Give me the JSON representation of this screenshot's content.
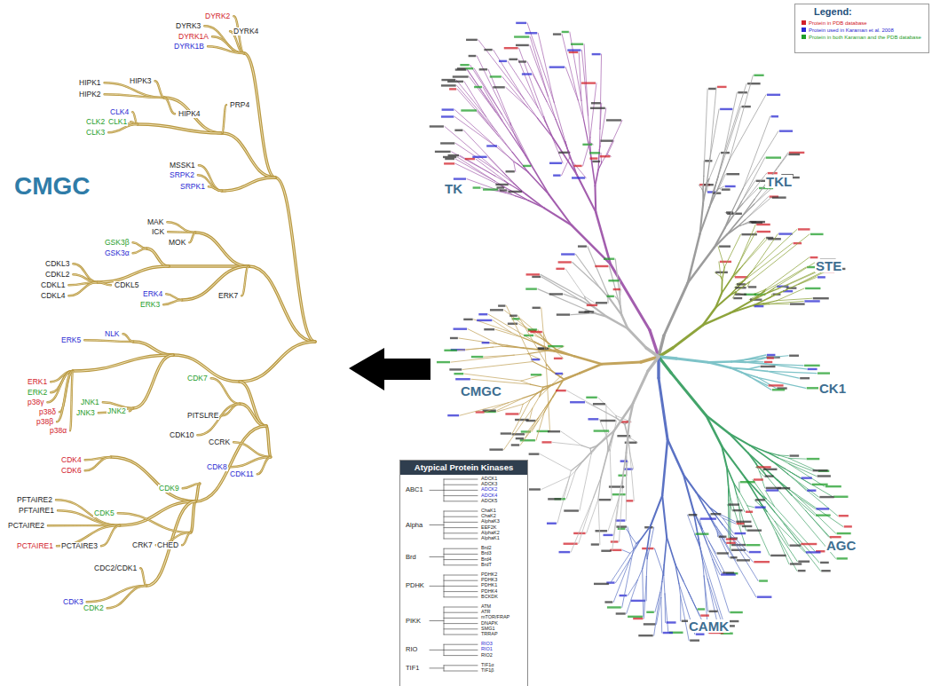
{
  "diagram": {
    "nodes": [
      {
        "text": [
          "Legend:"
        ]
      },
      {
        "text": [
          "Atypical Protein Kinases"
        ]
      }
    ],
    "labels": [
      "DYRK2",
      "DYRK3",
      "DYRK4",
      "DYRK1A",
      "DYRK1B",
      "HIPK1",
      "HIPK2",
      "HIPK3",
      "HIPK4",
      "PRP4",
      "CLK4",
      "CLK2",
      "CLK1",
      "CLK3",
      "CMGC",
      "MSSK1",
      "SRPK2",
      "SRPK1",
      "MAK",
      "ICK",
      "MOK",
      "GSK3β",
      "GSK3α",
      "CDKL3",
      "CDKL2",
      "CDKL1",
      "CDKL4",
      "CDKL5",
      "ERK4",
      "ERK3",
      "ERK7",
      "ERK5",
      "NLK",
      "ERK1",
      "ERK2",
      "p38γ",
      "p38δ",
      "p38β",
      "p38α",
      "JNK1",
      "JNK2",
      "JNK3",
      "CDK7",
      "PITSLRE",
      "CDK10",
      "CCRK",
      "CDK8",
      "CDK11",
      "CDK4",
      "CDK6",
      "PFTAIRE2",
      "PFTAIRE1",
      "PCTAIRE2",
      "PCTAIRE1",
      "PCTAIRE3",
      "CDK9",
      "CDK5",
      "CRK7",
      "CHED",
      "CDC2/CDK1",
      "CDK3",
      "CDK2",
      "TK",
      "TKL",
      "STE",
      "CK1",
      "AGC",
      "CAMK",
      "CMGC",
      "ABC1",
      "ADCK1",
      "ADCK3",
      "ADCK2",
      "ADCK4",
      "ADCK5",
      "Alpha",
      "ChaK1",
      "ChaK2",
      "AlphaK3",
      "EEF2K",
      "AlphaK2",
      "AlphaK1",
      "Brd",
      "Brd2",
      "Brd3",
      "Brd4",
      "BrdT",
      "PDHK",
      "PDHK2",
      "PDHK3",
      "PDHK1",
      "PDHK4",
      "BCKDK",
      "PIKK",
      "ATM",
      "ATR",
      "mTOR/FRAP",
      "DNAPK",
      "SMG1",
      "TRRAP",
      "RIO",
      "RIO3",
      "RIO1",
      "RIO2",
      "TIF1",
      "TIF1α",
      "TIF1β"
    ],
    "legend": [
      {
        "text": "Protein in PDB database",
        "color": "#d2202a"
      },
      {
        "text": "Protein used in Karaman et al. 2008",
        "color": "#2a2ad2"
      },
      {
        "text": "Protein in both Karaman and the PDB database",
        "color": "#1f9e2a"
      }
    ]
  }
}
